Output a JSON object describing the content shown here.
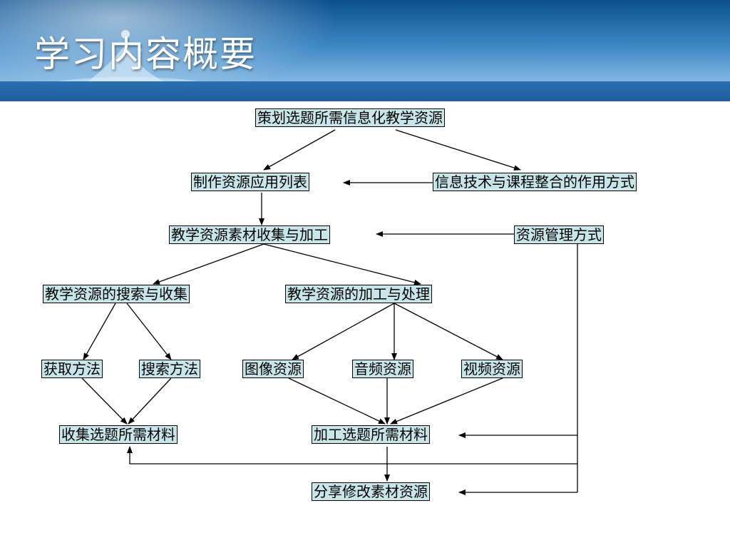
{
  "slide": {
    "title": "学习内容概要"
  },
  "nodes": {
    "plan": "策划选题所需信息化教学资源",
    "make_list": "制作资源应用列表",
    "it_integration": "信息技术与课程整合的作用方式",
    "collect_process": "教学资源素材收集与加工",
    "resource_mgmt": "资源管理方式",
    "search_collect": "教学资源的搜索与收集",
    "process_handle": "教学资源的加工与处理",
    "get_method": "获取方法",
    "search_method": "搜索方法",
    "image_res": "图像资源",
    "audio_res": "音频资源",
    "video_res": "视频资源",
    "collect_materials": "收集选题所需材料",
    "process_materials": "加工选题所需材料",
    "share_modify": "分享修改素材资源"
  },
  "colors": {
    "node_fill": "#c8e6ea",
    "header_blue": "#1e5e9f"
  }
}
